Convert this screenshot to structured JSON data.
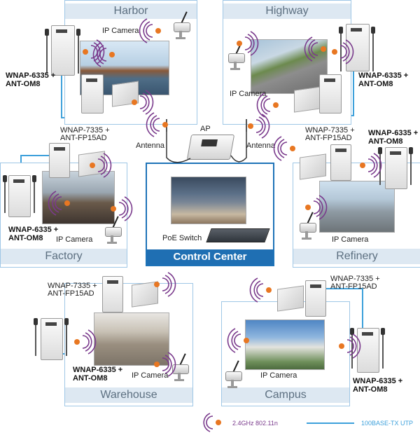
{
  "zones": {
    "harbor": "Harbor",
    "highway": "Highway",
    "factory": "Factory",
    "refinery": "Refinery",
    "warehouse": "Warehouse",
    "campus": "Campus",
    "control_center": "Control Center"
  },
  "labels": {
    "ip_camera": "IP Camera",
    "wnap6335_line1": "WNAP-6335 +",
    "wnap6335_line2": "ANT-OM8",
    "wnap7335_line1": "WNAP-7335 +",
    "wnap7335_line2": "ANT-FP15AD",
    "ap": "AP",
    "antenna": "Antenna",
    "poe_switch": "PoE Switch"
  },
  "legend": {
    "wireless": "2.4GHz 802.11n",
    "wired": "100BASE-TX UTP"
  },
  "colors": {
    "zone_border": "#9fc7e6",
    "zone_title_bg": "#dde8f2",
    "control_center": "#1f6fb3",
    "cable": "#3da0db",
    "wave": "#7a3a8c",
    "signal_dot": "#e87722"
  }
}
